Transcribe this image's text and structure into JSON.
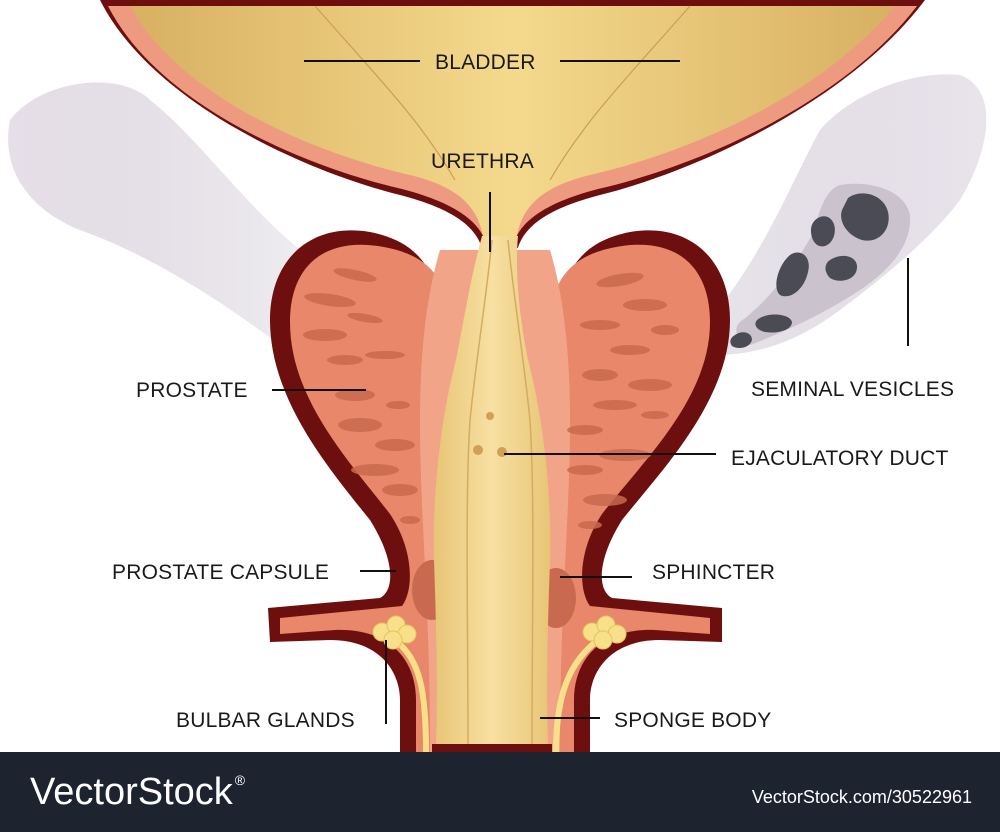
{
  "labels": {
    "bladder": "BLADDER",
    "urethra": "URETHRA",
    "prostate": "PROSTATE",
    "seminal_vesicles": "SEMINAL VESICLES",
    "ejaculatory_duct": "EJACULATORY DUCT",
    "prostate_capsule": "PROSTATE CAPSULE",
    "sphincter": "SPHINCTER",
    "bulbar_glands": "BULBAR GLANDS",
    "sponge_body": "SPONGE BODY"
  },
  "footer": {
    "brand": "VectorStock",
    "registered_mark": "®",
    "credit": "VectorStock.com/30522961"
  },
  "colors": {
    "capsule_dark_red": "#6e0f0f",
    "tissue_salmon": "#e8876a",
    "tissue_light": "#f2a489",
    "bladder_gold": "#e4c06e",
    "urethra_yellow": "#f1d58e",
    "vesicle_lilac": "#ddd6e2",
    "vesicle_dark": "#4b4b55",
    "gland_yellow": "#f8e08a",
    "footer_bg": "#1e2330"
  }
}
